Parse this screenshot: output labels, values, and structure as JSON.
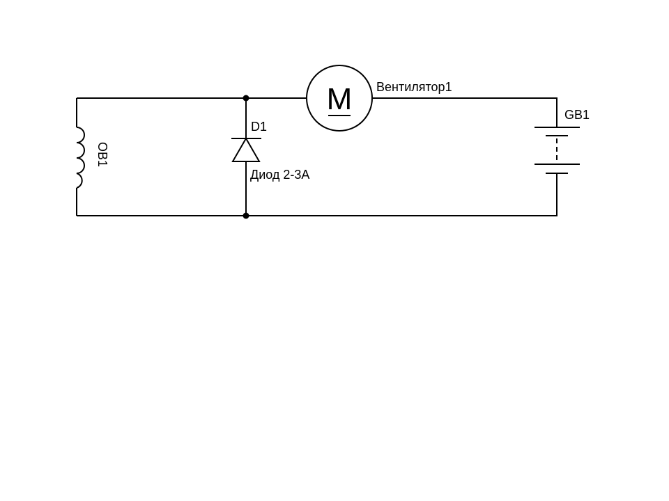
{
  "components": {
    "coil": {
      "ref": "ОВ1"
    },
    "diode": {
      "ref": "D1",
      "value": "Диод 2-3А"
    },
    "motor": {
      "symbol": "M",
      "ref": "Вентилятор1"
    },
    "battery": {
      "ref": "GB1"
    }
  }
}
